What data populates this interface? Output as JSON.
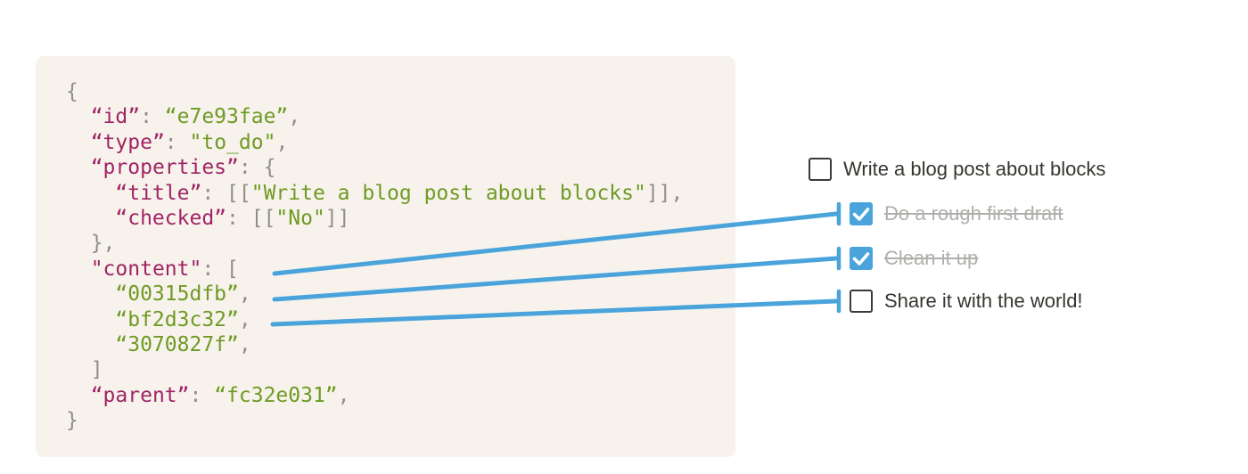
{
  "page": {
    "background": "#ffffff"
  },
  "code_block": {
    "background": "#f7f3ec",
    "colors": {
      "key": "#a02465",
      "string": "#6f9a25",
      "punctuation": "#8f8e8c"
    },
    "lines": [
      [
        {
          "c": "punct",
          "t": "{"
        }
      ],
      [
        {
          "c": "punct",
          "t": "  "
        },
        {
          "c": "key",
          "t": "“id”"
        },
        {
          "c": "punct",
          "t": ": "
        },
        {
          "c": "str",
          "t": "“e7e93fae”"
        },
        {
          "c": "punct",
          "t": ","
        }
      ],
      [
        {
          "c": "punct",
          "t": "  "
        },
        {
          "c": "key",
          "t": "“type”"
        },
        {
          "c": "punct",
          "t": ": "
        },
        {
          "c": "str",
          "t": "\"to_do\""
        },
        {
          "c": "punct",
          "t": ","
        }
      ],
      [
        {
          "c": "punct",
          "t": "  "
        },
        {
          "c": "key",
          "t": "“properties”"
        },
        {
          "c": "punct",
          "t": ": {"
        }
      ],
      [
        {
          "c": "punct",
          "t": "    "
        },
        {
          "c": "key",
          "t": "“title”"
        },
        {
          "c": "punct",
          "t": ": [["
        },
        {
          "c": "str",
          "t": "\"Write a blog post about blocks\""
        },
        {
          "c": "punct",
          "t": "]],"
        }
      ],
      [
        {
          "c": "punct",
          "t": "    "
        },
        {
          "c": "key",
          "t": "“checked”"
        },
        {
          "c": "punct",
          "t": ": [["
        },
        {
          "c": "str",
          "t": "\"No\""
        },
        {
          "c": "punct",
          "t": "]]"
        }
      ],
      [
        {
          "c": "punct",
          "t": "  },"
        }
      ],
      [
        {
          "c": "punct",
          "t": "  "
        },
        {
          "c": "key",
          "t": "\"content\""
        },
        {
          "c": "punct",
          "t": ": ["
        }
      ],
      [
        {
          "c": "punct",
          "t": "    "
        },
        {
          "c": "str",
          "t": "“00315dfb”"
        },
        {
          "c": "punct",
          "t": ","
        }
      ],
      [
        {
          "c": "punct",
          "t": "    "
        },
        {
          "c": "str",
          "t": "“bf2d3c32”"
        },
        {
          "c": "punct",
          "t": ","
        }
      ],
      [
        {
          "c": "punct",
          "t": "    "
        },
        {
          "c": "str",
          "t": "“3070827f”"
        },
        {
          "c": "punct",
          "t": ","
        }
      ],
      [
        {
          "c": "punct",
          "t": "  ]"
        }
      ],
      [
        {
          "c": "punct",
          "t": "  "
        },
        {
          "c": "key",
          "t": "“parent”"
        },
        {
          "c": "punct",
          "t": ": "
        },
        {
          "c": "str",
          "t": "“fc32e031”"
        },
        {
          "c": "punct",
          "t": ","
        }
      ],
      [
        {
          "c": "punct",
          "t": "}"
        }
      ]
    ]
  },
  "todo_list": {
    "accent_blue": "#4aa4db",
    "text_color": "#37352f",
    "done_color": "#b1afac",
    "items": [
      {
        "label": "Write a blog post about blocks",
        "checked": false,
        "completed": false,
        "indented": false
      },
      {
        "label": "Do a rough first draft",
        "checked": true,
        "completed": true,
        "indented": true
      },
      {
        "label": "Clean it up",
        "checked": true,
        "completed": true,
        "indented": true
      },
      {
        "label": "Share it with the world!",
        "checked": false,
        "completed": false,
        "indented": true
      }
    ]
  },
  "connectors": {
    "color": "#4aa4db",
    "links": [
      {
        "from": "00315dfb",
        "to": "Do a rough first draft"
      },
      {
        "from": "bf2d3c32",
        "to": "Clean it up"
      },
      {
        "from": "3070827f",
        "to": "Share it with the world!"
      }
    ]
  }
}
